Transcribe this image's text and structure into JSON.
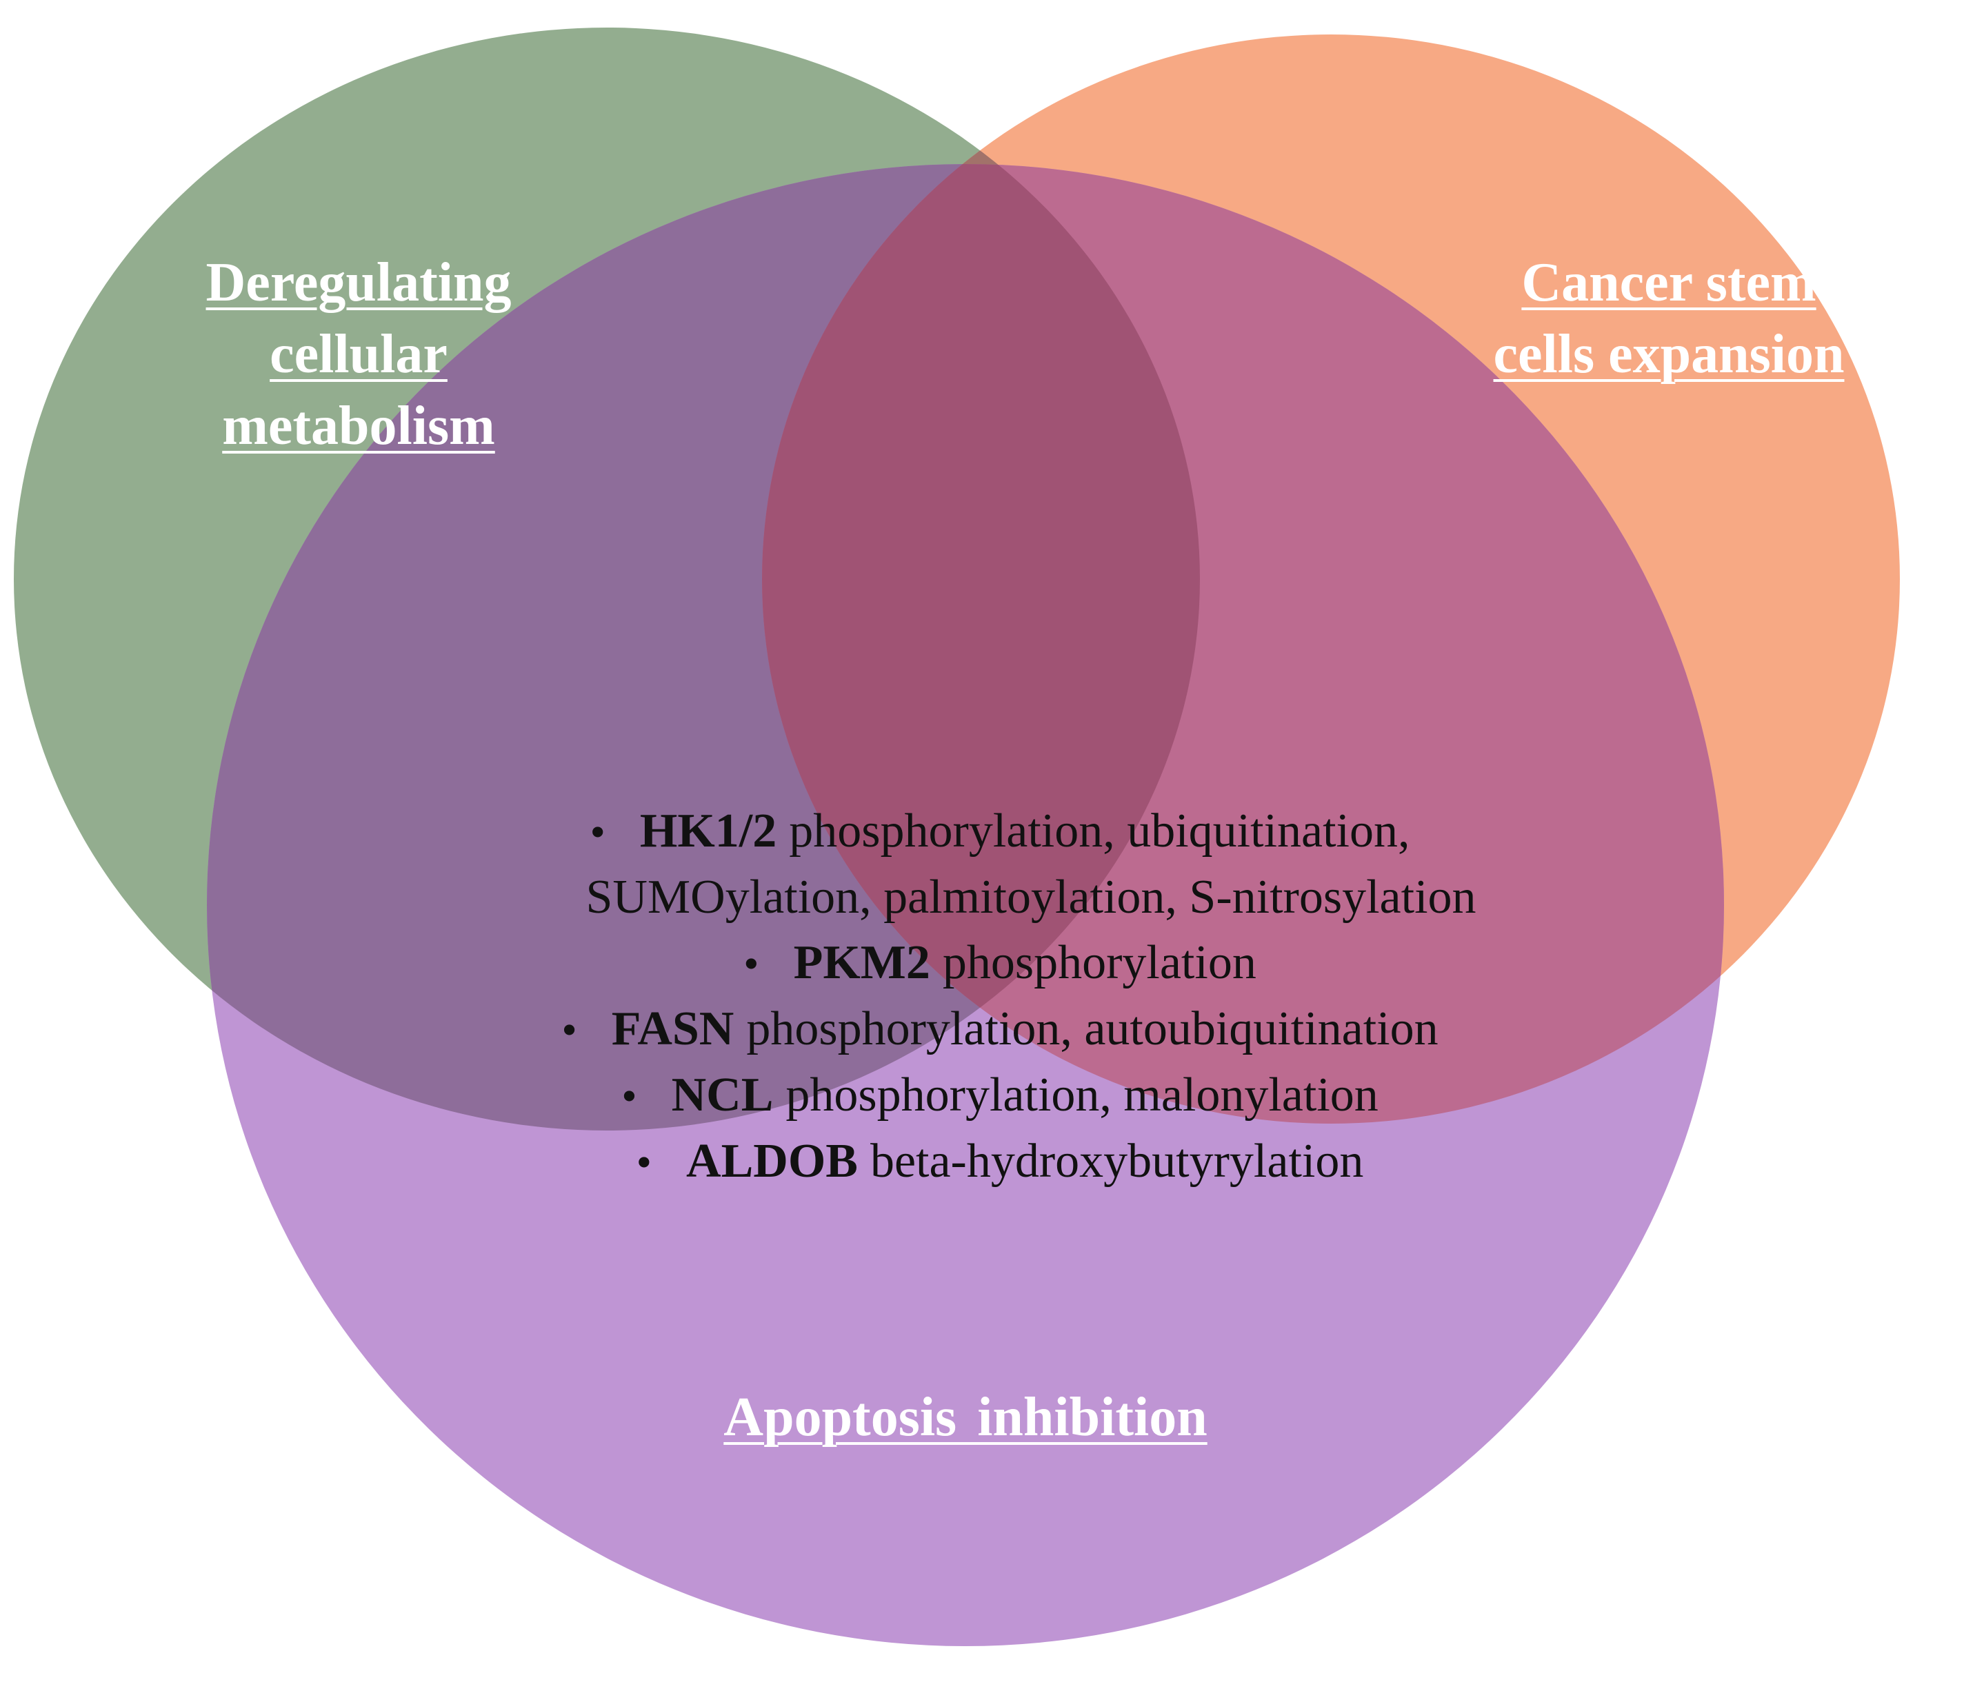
{
  "colors": {
    "metabolism": "#93ad8f",
    "stem": "#f7a984",
    "apoptosis": "#bf95d4",
    "metabolism_apoptosis": "#8e6d9a",
    "stem_apoptosis": "#bc6b90",
    "all": "#a05374",
    "metabolism_stem": "#a2726a"
  },
  "sets": {
    "metabolism": {
      "label": "Deregulating\ncellular\nmetabolism"
    },
    "stem": {
      "label": "Cancer stem\ncells  expansion"
    },
    "apoptosis": {
      "label": "Apoptosis  inhibition"
    }
  },
  "items": [
    {
      "gene": "HK1/2",
      "text": "phosphorylation, ubiquitination,",
      "text2": "SUMOylation, palmitoylation, S-nitrosylation"
    },
    {
      "gene": "PKM2",
      "text": "phosphorylation"
    },
    {
      "gene": "FASN",
      "text": "phosphorylation, autoubiquitination"
    },
    {
      "gene": "NCL",
      "text": "phosphorylation, malonylation"
    },
    {
      "gene": "ALDOB",
      "text": "beta-hydroxybutyrylation"
    }
  ]
}
